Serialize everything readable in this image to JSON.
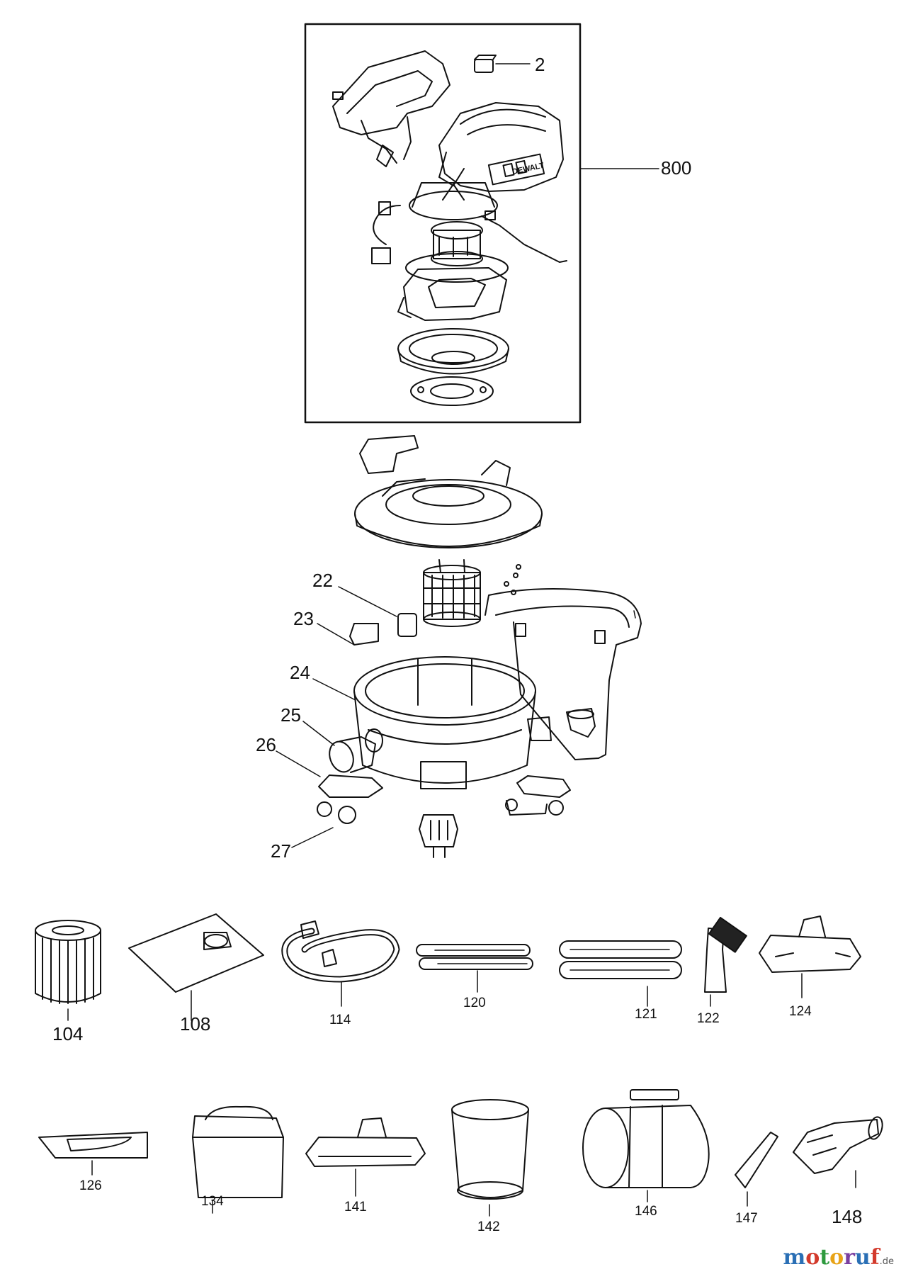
{
  "callouts": {
    "p2": "2",
    "p800": "800",
    "p22": "22",
    "p23": "23",
    "p24": "24",
    "p25": "25",
    "p26": "26",
    "p27": "27",
    "p104": "104",
    "p108": "108",
    "p114": "114",
    "p120": "120",
    "p121": "121",
    "p122": "122",
    "p124": "124",
    "p126": "126",
    "p134": "134",
    "p141": "141",
    "p142": "142",
    "p146": "146",
    "p147": "147",
    "p148": "148"
  },
  "logo_text": "DEWALT",
  "watermark": {
    "letters": [
      "m",
      "o",
      "t",
      "o",
      "r",
      "u",
      "f"
    ],
    "colors": [
      "#2a6fb5",
      "#d33a2c",
      "#2e9a3e",
      "#e8a317",
      "#7a3fa0",
      "#2a6fb5",
      "#d33a2c"
    ],
    "domain": ".de"
  }
}
